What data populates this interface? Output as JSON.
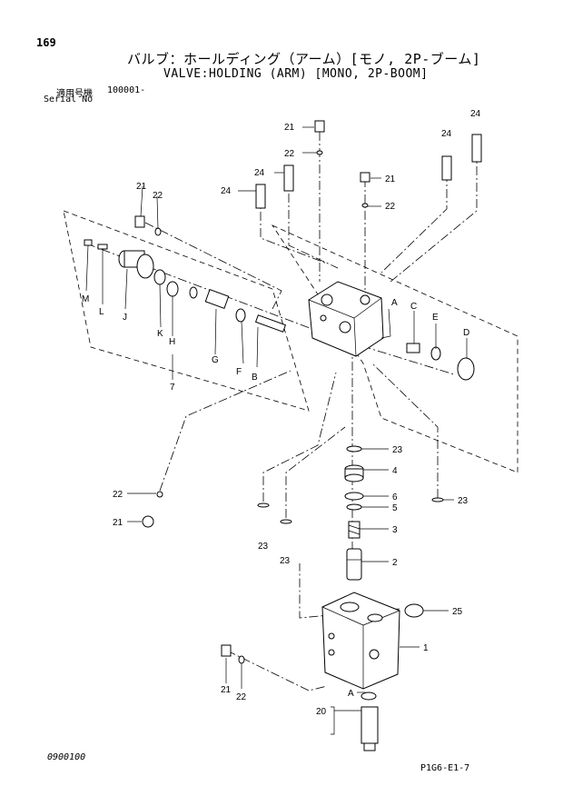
{
  "header": {
    "page_number": "169",
    "title_jp": "バルブ：ホールディング（アーム）[モノ, 2P-ブーム]",
    "title_en": "VALVE:HOLDING (ARM) [MONO, 2P-BOOM]",
    "serial_label_jp": "適用号機",
    "serial_value": "100001-",
    "serial_label_en": "Serial No"
  },
  "footer": {
    "left_code": "0900100",
    "right_code": "P1G6-E1-7"
  },
  "callouts": {
    "c21_top": "21",
    "c22_top": "22",
    "c24_a": "24",
    "c24_b": "24",
    "c24_c": "24",
    "c24_d": "24",
    "c21_right": "21",
    "c22_right": "22",
    "c21_left": "21",
    "c22_left": "22",
    "cM": "M",
    "cL": "L",
    "cJ": "J",
    "cK": "K",
    "cH": "H",
    "cG": "G",
    "cF": "F",
    "cB": "B",
    "c7": "7",
    "cA": "A",
    "cC": "C",
    "cE": "E",
    "cD": "D",
    "c23_a": "23",
    "c4": "4",
    "c6": "6",
    "c5": "5",
    "c3": "3",
    "c2": "2",
    "c23_right": "23",
    "c22_low": "22",
    "c21_low": "21",
    "c23_b": "23",
    "c23_c": "23",
    "c25": "25",
    "c1": "1",
    "c21_bot": "21",
    "c22_bot": "22",
    "cA_bot": "A",
    "c20": "20"
  }
}
